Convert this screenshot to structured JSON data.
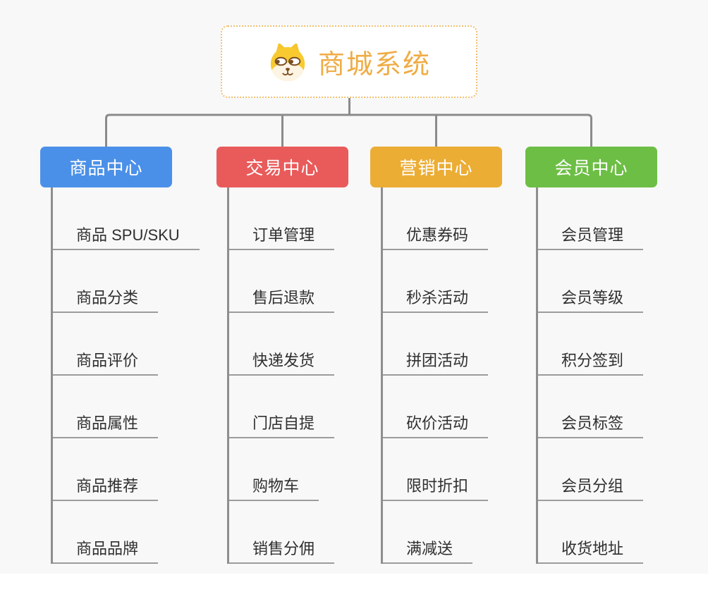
{
  "root": {
    "title": "商城系统",
    "title_color": "#efac45",
    "border_color": "#f0c070",
    "icon": "shiba-dog-icon"
  },
  "connector_color": "#8b8b8b",
  "leaf_underline_color": "#9c9c9c",
  "background_color": "#f8f8f8",
  "branches": [
    {
      "label": "商品中心",
      "color": "#4b90e8",
      "children": [
        "商品 SPU/SKU",
        "商品分类",
        "商品评价",
        "商品属性",
        "商品推荐",
        "商品品牌"
      ]
    },
    {
      "label": "交易中心",
      "color": "#e95b5b",
      "children": [
        "订单管理",
        "售后退款",
        "快递发货",
        "门店自提",
        "购物车",
        "销售分佣"
      ]
    },
    {
      "label": "营销中心",
      "color": "#ecad35",
      "children": [
        "优惠券码",
        "秒杀活动",
        "拼团活动",
        "砍价活动",
        "限时折扣",
        "满减送"
      ]
    },
    {
      "label": "会员中心",
      "color": "#6dbe45",
      "children": [
        "会员管理",
        "会员等级",
        "积分签到",
        "会员标签",
        "会员分组",
        "收货地址"
      ]
    }
  ]
}
